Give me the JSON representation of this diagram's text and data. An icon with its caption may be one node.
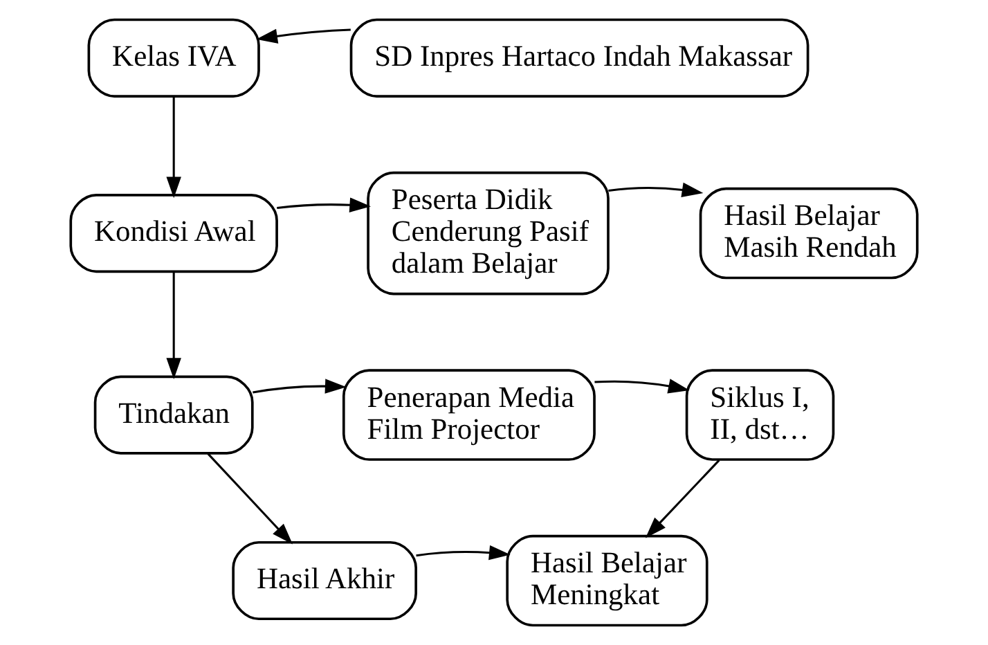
{
  "diagram": {
    "nodes": [
      {
        "text": [
          "Kelas IVA"
        ]
      },
      {
        "text": [
          "SD Inpres Hartaco Indah Makassar"
        ]
      },
      {
        "text": [
          "Kondisi Awal"
        ]
      },
      {
        "text": [
          "Peserta Didik Cenderung Pasif dalam Belajar"
        ]
      },
      {
        "text": [
          "Hasil Belajar Masih Rendah"
        ]
      },
      {
        "text": [
          "Tindakan"
        ]
      },
      {
        "text": [
          "Penerapan Media Film Projector"
        ]
      },
      {
        "text": [
          "Siklus I, II, dst…"
        ]
      },
      {
        "text": [
          "Hasil Akhir"
        ]
      },
      {
        "text": [
          "Hasil Belajar Meningkat"
        ]
      }
    ],
    "edges": [
      {
        "from": 1,
        "to": 0,
        "arrow": "to"
      },
      {
        "from": 0,
        "to": 2,
        "arrow": "to"
      },
      {
        "from": 2,
        "to": 3,
        "arrow": "to"
      },
      {
        "from": 3,
        "to": 4,
        "arrow": "to"
      },
      {
        "from": 2,
        "to": 5,
        "arrow": "to"
      },
      {
        "from": 5,
        "to": 6,
        "arrow": "to"
      },
      {
        "from": 6,
        "to": 7,
        "arrow": "to"
      },
      {
        "from": 7,
        "to": 9,
        "arrow": "to"
      },
      {
        "from": 5,
        "to": 8,
        "arrow": "to"
      },
      {
        "from": 8,
        "to": 9,
        "arrow": "to"
      }
    ]
  }
}
